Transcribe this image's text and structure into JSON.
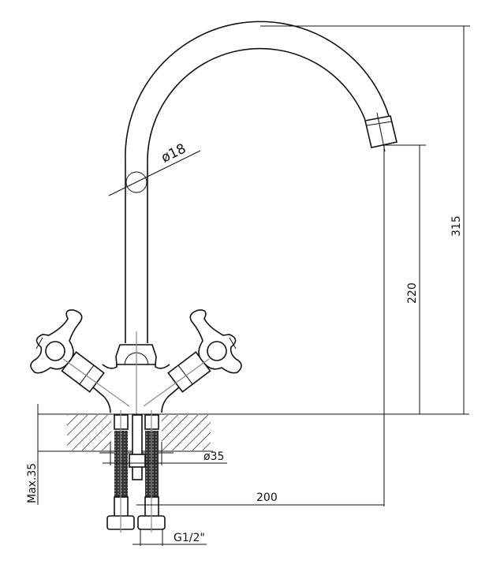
{
  "drawing": {
    "dimensions": {
      "pipe_diameter": "ø18",
      "total_height": "315",
      "spout_height": "220",
      "spout_reach": "200",
      "hole_diameter": "ø35",
      "max_thickness": "Max.35",
      "thread": "G1/2\""
    }
  }
}
